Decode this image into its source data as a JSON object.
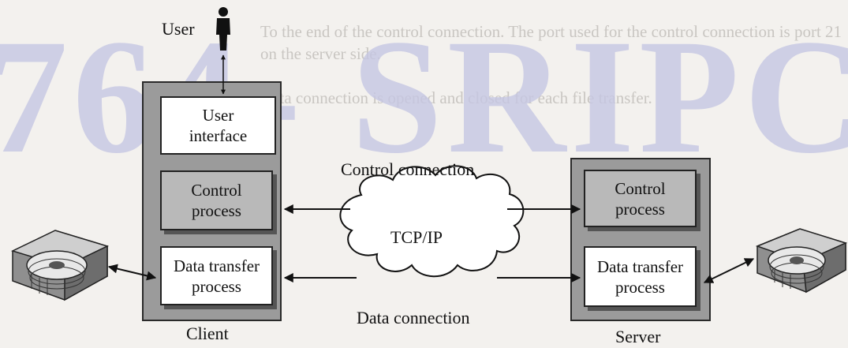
{
  "watermark": "764- SRIPC",
  "background_text": [
    "To the end of the control connection. The port used for the control connection is port 21 on the server side.",
    "Data connection is opened and closed for each file transfer."
  ],
  "user": {
    "label": "User"
  },
  "client": {
    "label": "Client",
    "user_interface": "User\ninterface",
    "control_process": "Control\nprocess",
    "data_transfer_process": "Data transfer\nprocess"
  },
  "server": {
    "label": "Server",
    "control_process": "Control\nprocess",
    "data_transfer_process": "Data transfer\nprocess"
  },
  "network": {
    "cloud_label": "TCP/IP",
    "control_connection_label": "Control connection",
    "data_connection_label": "Data connection"
  },
  "colors": {
    "panel": "#9b9b9b",
    "process_box": "#b9b9b9",
    "watermark": "#c6c7e3"
  },
  "icons": [
    "user-figure-icon",
    "client-disk-drive-icon",
    "server-disk-drive-icon"
  ]
}
